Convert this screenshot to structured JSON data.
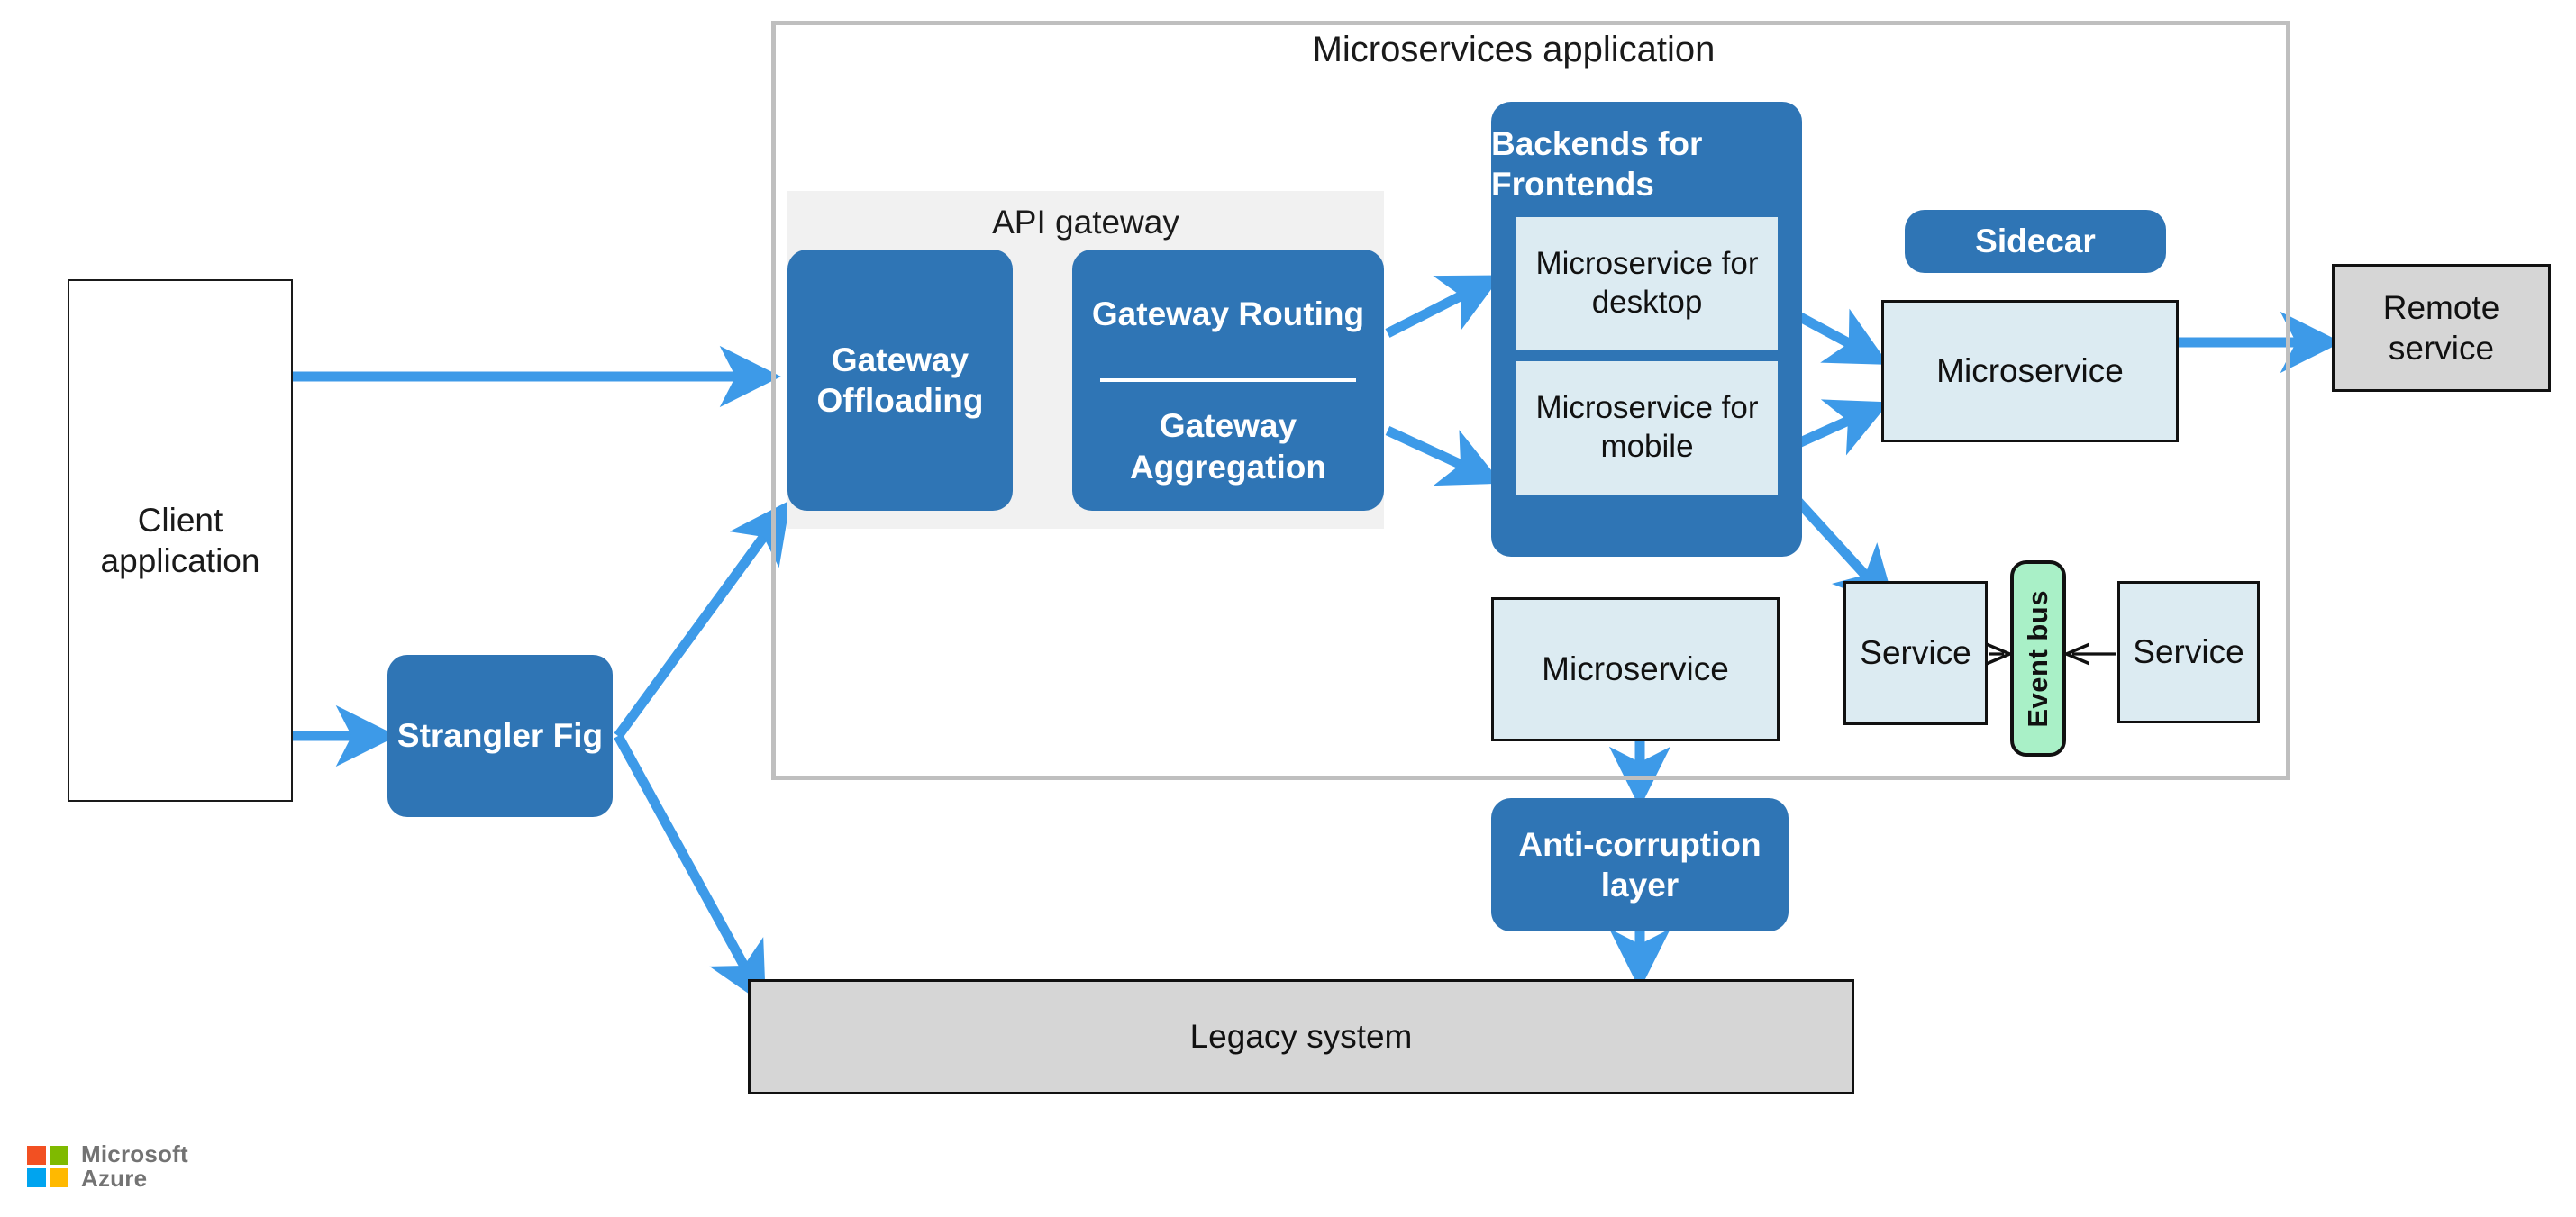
{
  "diagram": {
    "title": "Microservices application",
    "api_gateway_group_label": "API gateway",
    "colors": {
      "pattern_blue": "#2f75b5",
      "arrow_blue": "#3d9ae8",
      "service_fill": "#dcebf2",
      "legacy_grey": "#d6d6d6",
      "container_border": "#bfbfbf",
      "event_bus_green": "#a9f0c7",
      "panel_grey": "#f1f1f1"
    }
  },
  "nodes": {
    "client_application": "Client application",
    "strangler_fig": "Strangler Fig",
    "gateway_offloading": "Gateway Offloading",
    "gateway_routing": "Gateway Routing",
    "gateway_aggregation": "Gateway Aggregation",
    "backends_for_frontends": "Backends for Frontends",
    "microservice_desktop": "Microservice for desktop",
    "microservice_mobile": "Microservice for mobile",
    "sidecar": "Sidecar",
    "sidecar_microservice": "Microservice",
    "remote_service": "Remote service",
    "standalone_microservice": "Microservice",
    "service_left": "Service",
    "event_bus": "Event bus",
    "service_right": "Service",
    "anti_corruption_layer": "Anti-corruption layer",
    "legacy_system": "Legacy system"
  },
  "branding": {
    "line1": "Microsoft",
    "line2": "Azure"
  }
}
